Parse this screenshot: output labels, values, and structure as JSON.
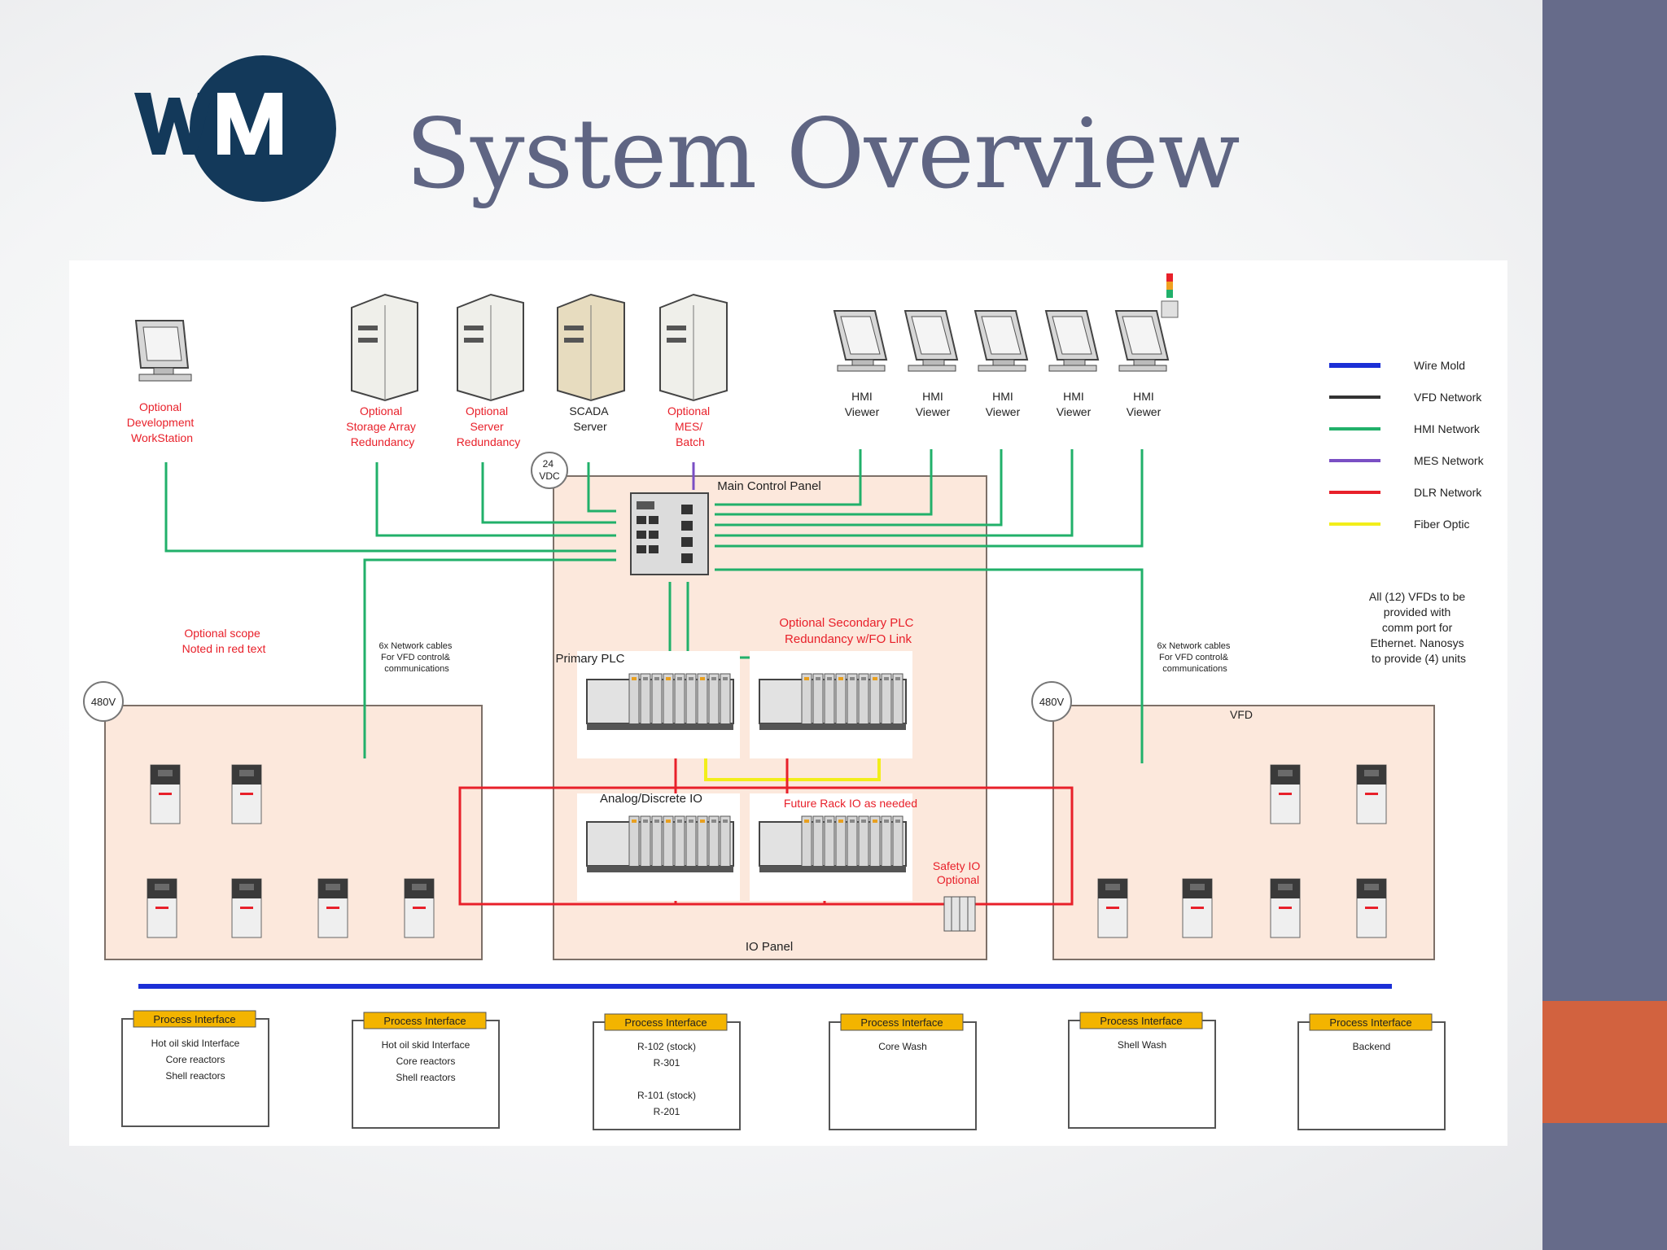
{
  "slide": {
    "title": "System Overview",
    "logo_text": "WM",
    "colors": {
      "sidebar": "#666b8a",
      "accent": "#d2623f",
      "title": "#5f6583",
      "logo": "#13395a"
    }
  },
  "legend": [
    {
      "label": "Wire Mold",
      "color": "#1b2fd6"
    },
    {
      "label": "VFD Network",
      "color": "#333333"
    },
    {
      "label": "HMI Network",
      "color": "#21b06a"
    },
    {
      "label": "MES Network",
      "color": "#7a4fc4"
    },
    {
      "label": "DLR Network",
      "color": "#e8202a"
    },
    {
      "label": "Fiber Optic",
      "color": "#f2ee1a"
    }
  ],
  "top_devices": {
    "workstation": [
      "Optional",
      "Development",
      "WorkStation"
    ],
    "storage": [
      "Optional",
      "Storage Array",
      "Redundancy"
    ],
    "server_red": [
      "Optional",
      "Server",
      "Redundancy"
    ],
    "scada": [
      "SCADA",
      "Server"
    ],
    "mes": [
      "Optional",
      "MES/",
      "Batch"
    ],
    "hmi_label": [
      "HMI",
      "Viewer"
    ]
  },
  "badges": {
    "vdc": [
      "24",
      "VDC"
    ],
    "left_480": "480V",
    "right_480": "480V"
  },
  "panels": {
    "main_control": "Main Control Panel",
    "io_panel": "IO Panel",
    "vfd": "VFD"
  },
  "labels": {
    "optional_scope": [
      "Optional scope",
      "Noted in red text"
    ],
    "network_cables_left": [
      "6x Network cables",
      "For VFD control&",
      "communications"
    ],
    "network_cables_right": [
      "6x Network cables",
      "For VFD control&",
      "communications"
    ],
    "vfd_note": [
      "All (12) VFDs to be",
      "provided with",
      "comm port for",
      "Ethernet. Nanosys",
      "to provide (4) units"
    ],
    "primary_plc": "Primary PLC",
    "secondary_plc": [
      "Optional Secondary PLC",
      "Redundancy w/FO Link"
    ],
    "analog_io": "Analog/Discrete IO",
    "future_rack": "Future Rack IO as needed",
    "safety_io": [
      "Safety IO",
      "Optional"
    ]
  },
  "process_interfaces": [
    {
      "header": "Process Interface",
      "lines": [
        "Hot oil skid Interface",
        "Core reactors",
        "Shell reactors"
      ]
    },
    {
      "header": "Process Interface",
      "lines": [
        "Hot oil skid Interface",
        "Core reactors",
        "Shell reactors"
      ]
    },
    {
      "header": "Process Interface",
      "lines": [
        "R-102 (stock)",
        "R-301",
        "",
        "R-101 (stock)",
        "R-201"
      ]
    },
    {
      "header": "Process Interface",
      "lines": [
        "Core Wash"
      ]
    },
    {
      "header": "Process Interface",
      "lines": [
        "Shell Wash"
      ]
    },
    {
      "header": "Process Interface",
      "lines": [
        "Backend"
      ]
    }
  ]
}
